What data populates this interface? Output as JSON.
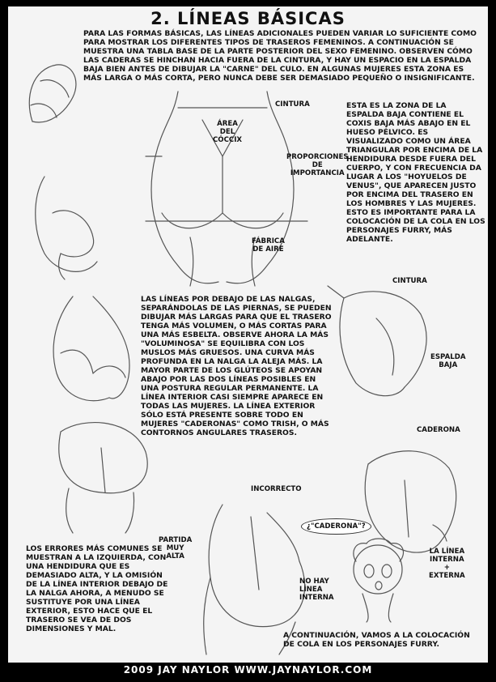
{
  "title": "2. LÍNEAS BÁSICAS",
  "intro": "PARA LAS FORMAS BÁSICAS, LAS LÍNEAS ADICIONALES PUEDEN VARIAR LO SUFICIENTE COMO PARA MOSTRAR LOS DIFERENTES TIPOS DE TRASEROS FEMENINOS. A CONTINUACIÓN SE MUESTRA UNA TABLA BASE DE LA PARTE POSTERIOR DEL SEXO FEMENINO. OBSERVEN CÓMO LAS CADERAS SE HINCHAN HACIA FUERA DE LA CINTURA, Y HAY UN ESPACIO EN LA ESPALDA BAJA BIEN ANTES DE DIBUJAR LA \"CARNE\" DEL CULO. EN ALGUNAS MUJERES ESTA ZONA ES MÁS LARGA O MÁS CORTA, PERO NUNCA DEBE SER DEMASIADO PEQUEÑO O INSIGNIFICANTE.",
  "labels": {
    "cintura_1": "CINTURA",
    "area_coccix": "ÁREA\nDEL\nCÓCCIX",
    "proporciones": "PROPORCIONES\nDE\nIMPORTANCIA",
    "fabrica_aire": "FÁBRICA\nDE AIRE",
    "cintura_2": "CINTURA",
    "espalda_baja": "ESPALDA\nBAJA",
    "caderona": "CADERONA",
    "incorrecto": "INCORRECTO",
    "partida_alta": "PARTIDA\nMUY\nALTA",
    "caderona_q": "¿\"CADERONA\"?",
    "no_hay_linea": "NO HAY\nLÍNEA\nINTERNA",
    "linea_interna": "LA LÍNEA\nINTERNA\n+\nEXTERNA"
  },
  "text_right": "ESTA ES LA ZONA DE LA ESPALDA BAJA CONTIENE EL COXIS BAJA MÁS ABAJO EN EL HUESO PÉLVICO. ES VISUALIZADO COMO UN ÁREA TRIANGULAR POR ENCIMA DE LA HENDIDURA DESDE FUERA DEL CUERPO, Y CON FRECUENCIA DA LUGAR A LOS \"HOYUELOS DE VENUS\", QUE APARECEN JUSTO POR ENCIMA DEL TRASERO EN LOS HOMBRES Y LAS MUJERES. ESTO ES IMPORTANTE PARA LA COLOCACIÓN DE LA COLA EN LOS PERSONAJES FURRY, MÁS ADELANTE.",
  "text_middle": "LAS LÍNEAS POR DEBAJO DE LAS NALGAS, SEPARÁNDOLAS DE LAS PIERNAS, SE PUEDEN DIBUJAR MÁS LARGAS PARA QUE EL TRASERO TENGA MÁS VOLUMEN, O MÁS CORTAS PARA UNA MÁS ESBELTA. OBSERVE AHORA LA MÁS \"VOLUMINOSA\" SE EQUILIBRA CON LOS MUSLOS MÁS GRUESOS. UNA CURVA MÁS PROFUNDA EN LA NALGA LA ALEJA MÁS. LA MAYOR PARTE DE LOS GLÚTEOS SE APOYAN ABAJO POR LAS DOS LÍNEAS POSIBLES EN UNA POSTURA REGULAR PERMANENTE. LA LÍNEA INTERIOR CASI SIEMPRE APARECE EN TODAS LAS MUJERES. LA LÍNEA EXTERIOR SÓLO ESTÁ PRESENTE SOBRE TODO EN MUJERES \"CADERONAS\" COMO TRISH, O MÁS CONTORNOS ANGULARES TRASEROS.",
  "text_errors": "LOS ERRORES MÁS COMUNES SE MUESTRAN A LA IZQUIERDA, CON UNA HENDIDURA QUE ES DEMASIADO ALTA, Y LA OMISIÓN DE LA LÍNEA INTERIOR DEBAJO DE LA NALGA AHORA, A MENUDO SE SUSTITUYE POR UNA LÍNEA EXTERIOR, ESTO HACE QUE EL TRASERO SE VEA DE DOS DIMENSIONES Y MAL.",
  "text_next": "A CONTINUACIÓN, VAMOS A LA COLOCACIÓN DE COLA EN LOS PERSONAJES FURRY.",
  "footer": "2009 JAY NAYLOR WWW.JAYNAYLOR.COM"
}
